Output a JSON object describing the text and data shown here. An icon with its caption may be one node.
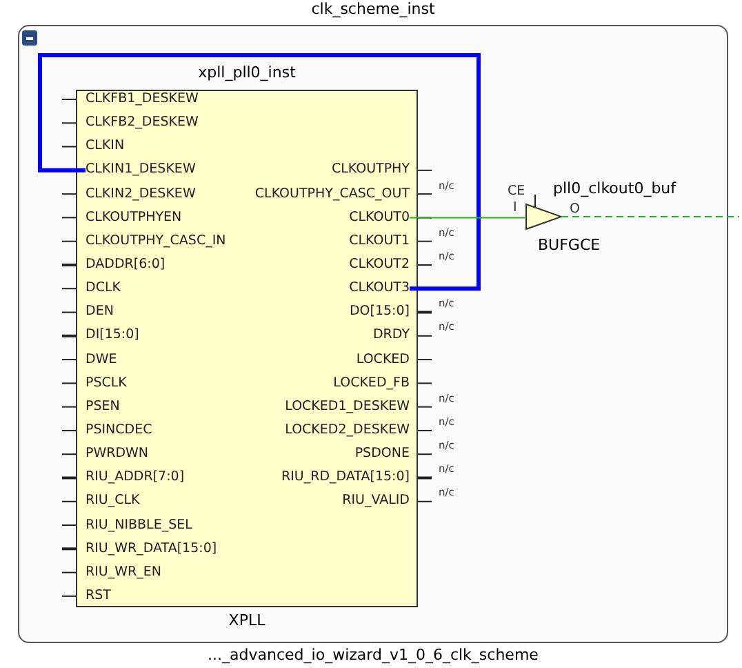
{
  "diagram": {
    "nodes": [
      {
        "text": [
          "clk_scheme_inst",
          "..._advanced_io_wizard_v1_0_6_clk_scheme"
        ]
      },
      {
        "text": [
          "xpll_pll0_inst",
          "XPLL"
        ],
        "in": 0
      },
      {
        "text": [
          "CLKFB1_DESKEW"
        ],
        "in": 1
      },
      {
        "text": [
          "CLKFB2_DESKEW"
        ],
        "in": 1
      },
      {
        "text": [
          "CLKIN"
        ],
        "in": 1
      },
      {
        "text": [
          "CLKIN1_DESKEW"
        ],
        "in": 1
      },
      {
        "text": [
          "CLKIN2_DESKEW"
        ],
        "in": 1
      },
      {
        "text": [
          "CLKOUTPHYEN"
        ],
        "in": 1
      },
      {
        "text": [
          "CLKOUTPHY_CASC_IN"
        ],
        "in": 1
      },
      {
        "text": [
          "DADDR[6:0]"
        ],
        "in": 1
      },
      {
        "text": [
          "DCLK"
        ],
        "in": 1
      },
      {
        "text": [
          "DEN"
        ],
        "in": 1
      },
      {
        "text": [
          "DI[15:0]"
        ],
        "in": 1
      },
      {
        "text": [
          "DWE"
        ],
        "in": 1
      },
      {
        "text": [
          "PSCLK"
        ],
        "in": 1
      },
      {
        "text": [
          "PSEN"
        ],
        "in": 1
      },
      {
        "text": [
          "PSINCDEC"
        ],
        "in": 1
      },
      {
        "text": [
          "PWRDWN"
        ],
        "in": 1
      },
      {
        "text": [
          "RIU_ADDR[7:0]"
        ],
        "in": 1
      },
      {
        "text": [
          "RIU_CLK"
        ],
        "in": 1
      },
      {
        "text": [
          "RIU_NIBBLE_SEL"
        ],
        "in": 1
      },
      {
        "text": [
          "RIU_WR_DATA[15:0]"
        ],
        "in": 1
      },
      {
        "text": [
          "RIU_WR_EN"
        ],
        "in": 1
      },
      {
        "text": [
          "RST"
        ],
        "in": 1
      },
      {
        "text": [
          "CLKOUTPHY"
        ],
        "in": 1
      },
      {
        "text": [
          "CLKOUTPHY_CASC_OUT"
        ],
        "in": 1,
        "beside": [
          "n/c"
        ]
      },
      {
        "text": [
          "CLKOUT0"
        ],
        "in": 1
      },
      {
        "text": [
          "CLKOUT1"
        ],
        "in": 1,
        "beside": [
          "n/c"
        ]
      },
      {
        "text": [
          "CLKOUT2"
        ],
        "in": 1,
        "beside": [
          "n/c"
        ]
      },
      {
        "text": [
          "CLKOUT3"
        ],
        "in": 1
      },
      {
        "text": [
          "DO[15:0]"
        ],
        "in": 1,
        "beside": [
          "n/c"
        ]
      },
      {
        "text": [
          "DRDY"
        ],
        "in": 1,
        "beside": [
          "n/c"
        ]
      },
      {
        "text": [
          "LOCKED"
        ],
        "in": 1
      },
      {
        "text": [
          "LOCKED_FB"
        ],
        "in": 1
      },
      {
        "text": [
          "LOCKED1_DESKEW"
        ],
        "in": 1,
        "beside": [
          "n/c"
        ]
      },
      {
        "text": [
          "LOCKED2_DESKEW"
        ],
        "in": 1,
        "beside": [
          "n/c"
        ]
      },
      {
        "text": [
          "PSDONE"
        ],
        "in": 1,
        "beside": [
          "n/c"
        ]
      },
      {
        "text": [
          "RIU_RD_DATA[15:0]"
        ],
        "in": 1,
        "beside": [
          "n/c"
        ]
      },
      {
        "text": [
          "RIU_VALID"
        ],
        "in": 1,
        "beside": [
          "n/c"
        ]
      },
      {
        "text": [
          "pll0_clkout0_buf",
          "BUFGCE"
        ],
        "in": 0
      }
    ],
    "edges": [
      {
        "from": 29,
        "to": 5,
        "arrow": "none",
        "style": "thick",
        "color": "#0000ff"
      },
      {
        "from": 26,
        "to": 39,
        "arrow": "none"
      },
      {
        "from": 39,
        "to": null,
        "arrow": "none",
        "style": "dashed"
      }
    ],
    "labels": [
      "CE",
      "I",
      "O"
    ]
  }
}
